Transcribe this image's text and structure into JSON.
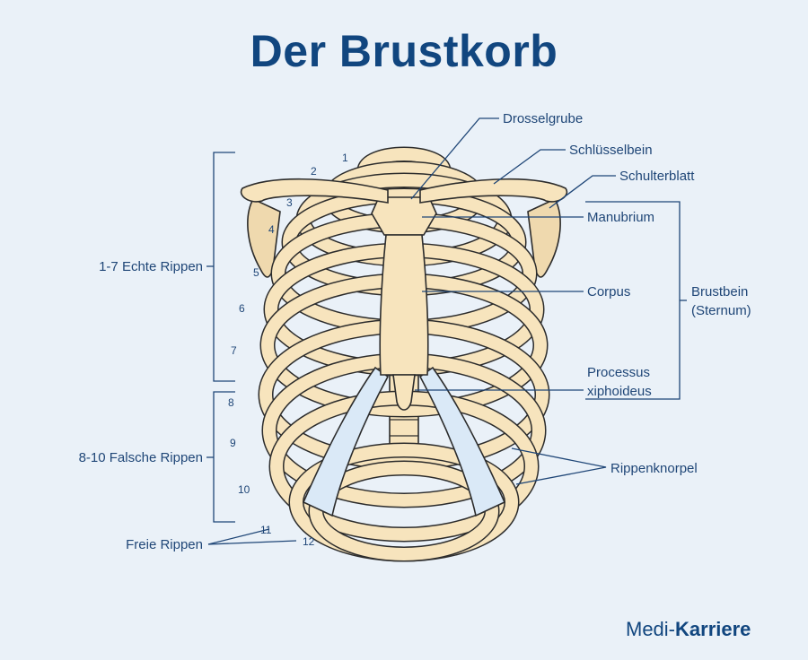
{
  "title": "Der Brustkorb",
  "labels": {
    "drosselgrube": "Drosselgrube",
    "schluesselbein": "Schlüsselbein",
    "schulterblatt": "Schulterblatt",
    "manubrium": "Manubrium",
    "corpus": "Corpus",
    "brustbein_1": "Brustbein",
    "brustbein_2": "(Sternum)",
    "processus_1": "Processus",
    "processus_2": "xiphoideus",
    "rippenknorpel": "Rippenknorpel",
    "echte_rippen": "1-7 Echte Rippen",
    "falsche_rippen": "8-10 Falsche Rippen",
    "freie_rippen": "Freie Rippen"
  },
  "rib_numbers": [
    "1",
    "2",
    "3",
    "4",
    "5",
    "6",
    "7",
    "8",
    "9",
    "10",
    "11",
    "12"
  ],
  "brand": {
    "part1": "Medi-",
    "part2": "Karriere"
  },
  "colors": {
    "bone": "#f7e4bd",
    "cartilage": "#dae9f7",
    "scapula": "#efd9ae",
    "outline": "#2c2c2c",
    "text": "#1f4677",
    "title": "#11467f",
    "background": "#eaf1f8"
  }
}
